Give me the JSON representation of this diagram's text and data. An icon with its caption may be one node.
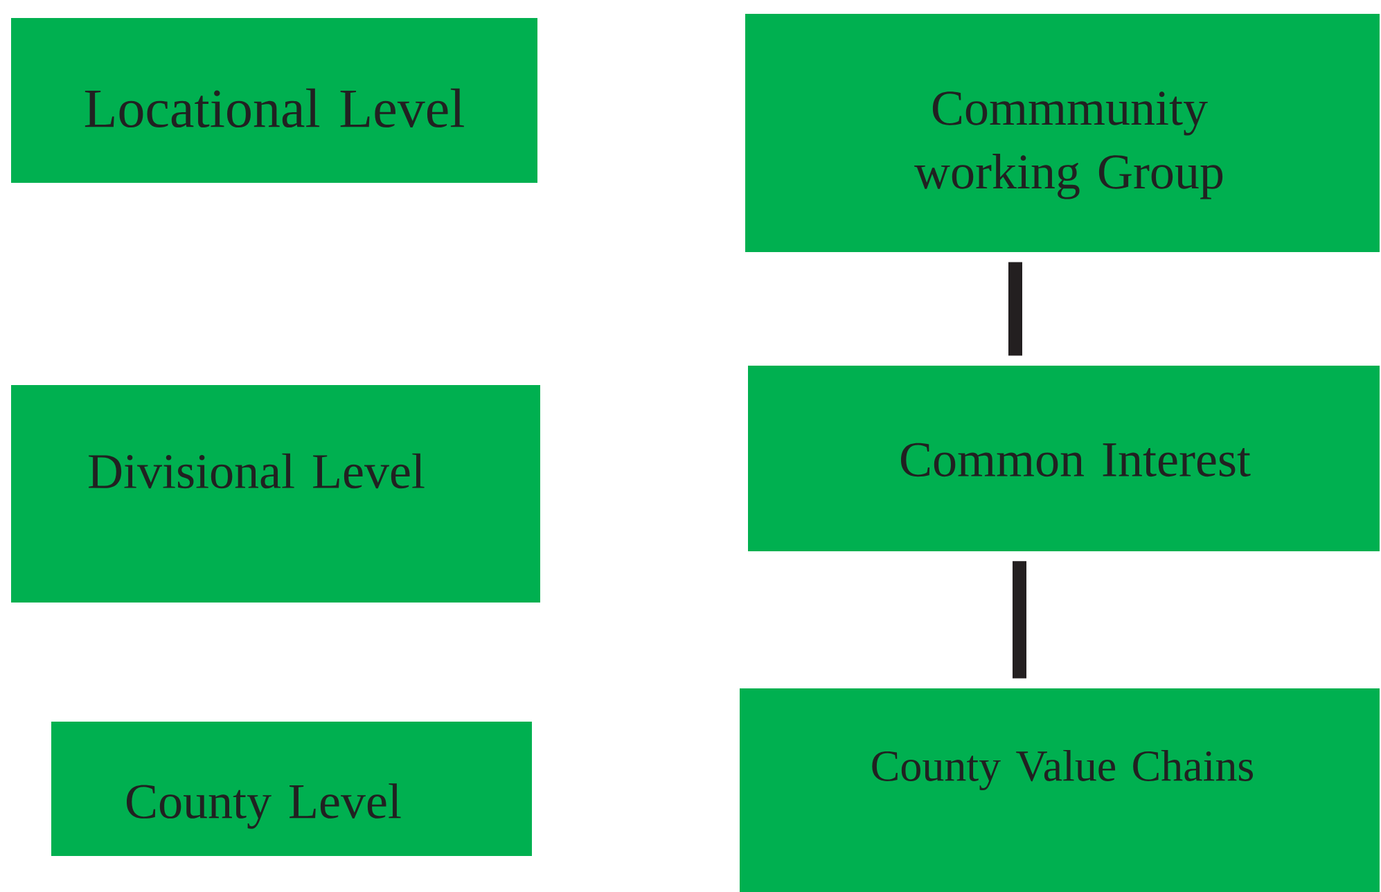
{
  "diagram": {
    "nodes": [
      {
        "text": [
          "Locational Level"
        ]
      },
      {
        "text": [
          "Commmunity working Group"
        ]
      },
      {
        "text": [
          "Divisional Level"
        ]
      },
      {
        "text": [
          "Common Interest"
        ]
      },
      {
        "text": [
          "County Level"
        ]
      },
      {
        "text": [
          "County Value Chains"
        ]
      }
    ],
    "edges": [
      {
        "from": 1,
        "to": 3,
        "arrow": "none"
      },
      {
        "from": 3,
        "to": 5,
        "arrow": "none"
      }
    ]
  }
}
